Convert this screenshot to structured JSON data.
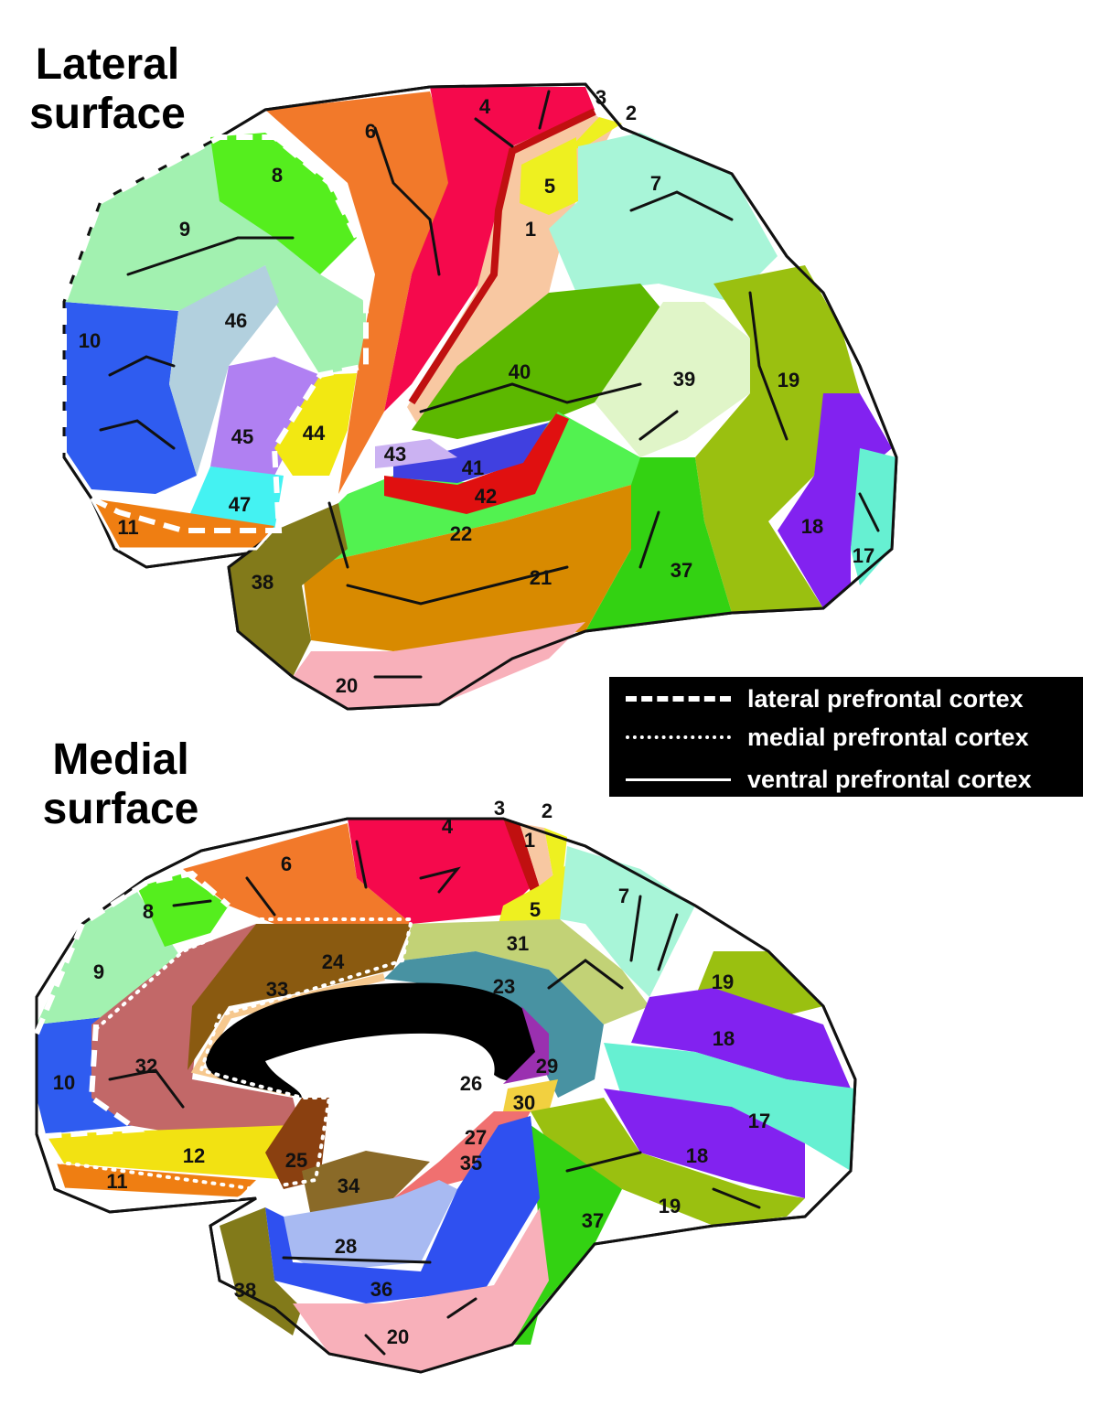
{
  "titles": {
    "lateral": "Lateral surface",
    "medial": "Medial surface"
  },
  "legend": [
    {
      "style": "dashed",
      "label": "lateral prefrontal cortex"
    },
    {
      "style": "dotted",
      "label": "medial prefrontal cortex"
    },
    {
      "style": "solid",
      "label": "ventral prefrontal cortex"
    }
  ],
  "lateral": {
    "labels": [
      "4",
      "3",
      "2",
      "6",
      "8",
      "5",
      "7",
      "9",
      "1",
      "46",
      "10",
      "40",
      "39",
      "19",
      "44",
      "45",
      "43",
      "41",
      "42",
      "47",
      "11",
      "18",
      "22",
      "17",
      "38",
      "21",
      "37",
      "20"
    ]
  },
  "medial": {
    "labels": [
      "3",
      "2",
      "4",
      "1",
      "6",
      "7",
      "8",
      "5",
      "31",
      "24",
      "9",
      "19",
      "23",
      "33",
      "18",
      "32",
      "29",
      "10",
      "26",
      "30",
      "17",
      "27",
      "12",
      "18",
      "25",
      "35",
      "11",
      "34",
      "19",
      "37",
      "28",
      "38",
      "36",
      "20"
    ]
  },
  "colors": {
    "area4": "#f5094c",
    "area6": "#f2792a",
    "area8": "#55ee1e",
    "area9": "#a2f1b0",
    "area10": "#2f5cf0",
    "area46": "#b2d0de",
    "area45": "#b080f2",
    "area44": "#f2e812",
    "area47": "#44f2f2",
    "area11": "#ef7e12",
    "area1": "#f8c8a2",
    "area3": "#c01010",
    "area5": "#eef020",
    "area7": "#a8f5d8",
    "area40": "#5cb800",
    "area39": "#e0f5c8",
    "area19": "#9ac010",
    "area18": "#8222f0",
    "area17": "#66f0d2",
    "area37": "#33d212",
    "area22": "#52f250",
    "area41": "#4040e0",
    "area42": "#e01010",
    "area43": "#cbb2f2",
    "area21": "#d88a00",
    "area38": "#827a1a",
    "area20": "#f8b0ba",
    "area31": "#c2d276",
    "area24": "#8a5a10",
    "area32": "#c26868",
    "area23": "#4892a2",
    "area12": "#f2e212",
    "area25": "#8a4010",
    "area34": "#8a6a28",
    "area28": "#a8baf2",
    "area36": "#2f50f0",
    "area27": "#f07070",
    "area33": "#f6c88e",
    "area29": "#9a30b0",
    "area30": "#f2d040"
  }
}
